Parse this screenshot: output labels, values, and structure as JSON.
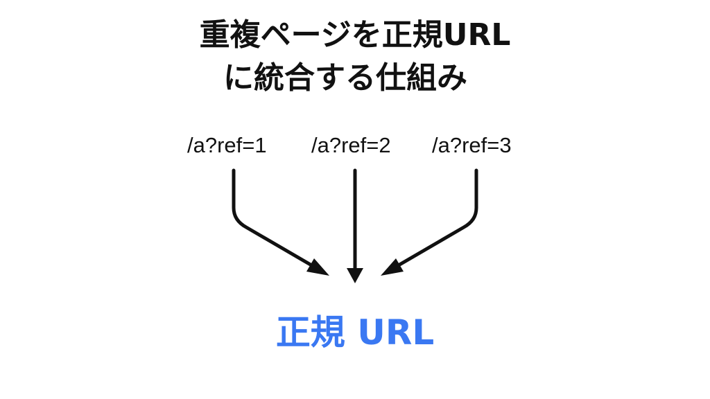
{
  "title": {
    "line1": "重複ページを正規URL",
    "line2": "に統合する仕組み"
  },
  "sources": [
    {
      "label": "/a?ref=1"
    },
    {
      "label": "/a?ref=2"
    },
    {
      "label": "/a?ref=3"
    }
  ],
  "target": {
    "label": "正規 URL",
    "color": "#3A78F2"
  },
  "arrows": [
    {
      "from": "/a?ref=1",
      "to": "正規 URL",
      "icon": "arrow-down-right-icon"
    },
    {
      "from": "/a?ref=2",
      "to": "正規 URL",
      "icon": "arrow-down-icon"
    },
    {
      "from": "/a?ref=3",
      "to": "正規 URL",
      "icon": "arrow-down-left-icon"
    }
  ]
}
